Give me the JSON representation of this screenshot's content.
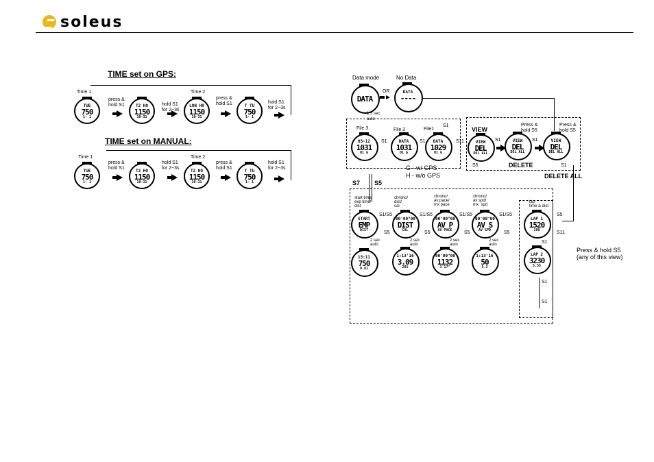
{
  "header": {
    "brand": "soleus"
  },
  "gps_section": {
    "title": "TIME set on GPS:",
    "time1": "Time 1",
    "time2": "Time 2",
    "press_hold_s1": "press &\nhold S1",
    "hold_s1": "hold S1\nfor 2~3s",
    "press_hold_s1_b": "press &\nhold S1",
    "hold_s1_b": "hold S1\nfor 2~3s",
    "watches": [
      {
        "top": "TUE",
        "mid": "750",
        "bot": "1- 1"
      },
      {
        "top": "T2  HO",
        "mid": "1150",
        "bot": "10-31"
      },
      {
        "top": "LON HO",
        "mid": "1150",
        "bot": "10-31"
      },
      {
        "top": "T   TU",
        "mid": "750",
        "bot": "1- 1"
      }
    ]
  },
  "manual_section": {
    "title": "TIME set on MANUAL:",
    "time1": "Time 1",
    "time2": "Time 2",
    "press_hold_s1": "press &\nhold S1",
    "hold_s1": "hold S1\nfor 2~3s",
    "press_hold_s1_b": "press &\nhold S1",
    "hold_s1_b": "hold S1\nfor 2~3s",
    "watches": [
      {
        "top": "TUE",
        "mid": "750",
        "bot": "1- 1"
      },
      {
        "top": "T2  HO",
        "mid": "1150",
        "bot": "10-31"
      },
      {
        "top": "T2  HO",
        "mid": "1150",
        "bot": "10-31"
      },
      {
        "top": "T   TU",
        "mid": "750",
        "bot": "1- 1"
      }
    ]
  },
  "data_diagram": {
    "data_mode": "Data mode",
    "or": "OR",
    "no_data": "No Data",
    "auto_15": "1.5 sec\nauto",
    "file3": "File 3",
    "file2": "File 2",
    "file1": "File1",
    "s1": "S1",
    "s11": "S11",
    "s5": "S5",
    "s7": "S7",
    "view": "VIEW",
    "press_hold_s5": "Press &\nhold S5",
    "delete": "DELETE",
    "delete_all": "DELETE ALL",
    "legend_g": "G - w/ GPS",
    "legend_h": "H - w/o GPS",
    "s1s5": "S1/S5",
    "col1": "start time/\nexp time/\ndist",
    "col2": "chrono/\ndist/\ncal",
    "col3": "chrono/\nav pace/\nmx pace",
    "col4": "chrono/\nav spd/\nmx  spd",
    "col5": "lap\ntime & dist",
    "auto_2": "2 sec\nauto",
    "press_hold_any": "Press & hold S5\n(any of this view)",
    "watch_data": {
      "top": "",
      "mid": "DATA",
      "bot": ""
    },
    "watch_nodata": {
      "top": "DATA",
      "mid": "----",
      "bot": ""
    },
    "watch_f3": {
      "top": "03-12",
      "mid": "1031",
      "bot": "01  G"
    },
    "watch_f2": {
      "top": "DATA",
      "mid": "1031",
      "bot": "01  G"
    },
    "watch_f1": {
      "top": "DATA",
      "mid": "1029",
      "bot": "01  G"
    },
    "watch_view1": {
      "top": "VIEW",
      "mid": "DEL",
      "bot": "DEL ALL"
    },
    "watch_view2": {
      "top": "VIEW",
      "mid": "DEL",
      "bot": "DEL ALL"
    },
    "watch_view3": {
      "top": "VIEW",
      "mid": "DEL",
      "bot": "DEL ALL"
    },
    "watch_c1": {
      "top": "START",
      "mid": "EMP",
      "bot": "DIST"
    },
    "watch_c2": {
      "top": "00'00\"00",
      "mid": "DIST",
      "bot": "CAL"
    },
    "watch_c3": {
      "top": "00'00\"00",
      "mid": "AV P",
      "bot": "AV PACE"
    },
    "watch_c4": {
      "top": "00'00\"00",
      "mid": "AV S",
      "bot": "AV SPD"
    },
    "watch_c5": {
      "top": "LAP  1",
      "mid": "1520",
      "bot": "100"
    },
    "watch_d1": {
      "top": "13:11",
      "mid": "750",
      "bot": "0.81"
    },
    "watch_d2": {
      "top": "1:13'16",
      "mid": "3.09",
      "bot": "201"
    },
    "watch_d3": {
      "top": "00'00\"00",
      "mid": "1132",
      "bot": "3'17\""
    },
    "watch_d4": {
      "top": "1:13'16",
      "mid": "50",
      "bot": "5.3"
    },
    "watch_d5": {
      "top": "LAP  2",
      "mid": "3230",
      "bot": "5.55"
    }
  }
}
